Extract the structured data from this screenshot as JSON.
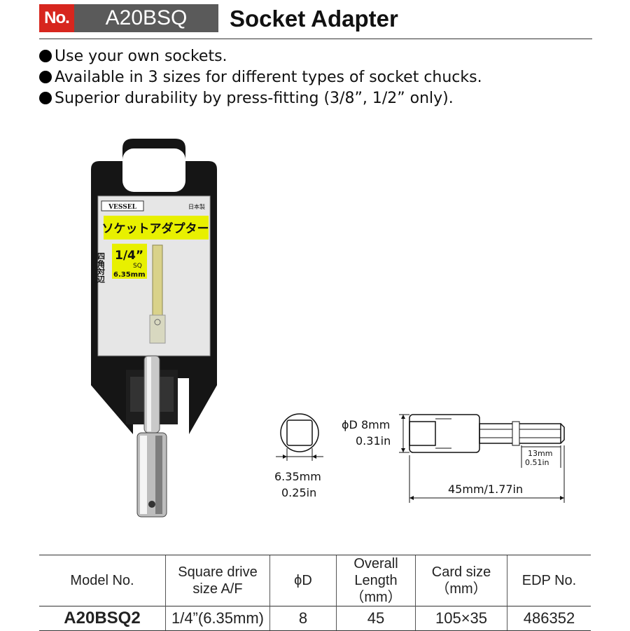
{
  "header": {
    "no_label": "No.",
    "model": "A20BSQ",
    "title": "Socket Adapter"
  },
  "features": [
    "Use your own sockets.",
    "Available in 3 sizes for different types of socket chucks.",
    "Superior durability by press-fitting (3/8”, 1/2” only)."
  ],
  "package": {
    "brand": "VESSEL",
    "made_in": "日本製",
    "product_name_jp": "ソケットアダプター",
    "side_label_jp": "四角対辺",
    "size_fraction": "1/4”",
    "size_sq": "SQ",
    "size_mm": "6.35mm"
  },
  "diagram": {
    "square_mm": "6.35mm",
    "square_in": "0.25in",
    "diameter_mm": "ϕD 8mm",
    "diameter_in": "0.31in",
    "hex_mm": "13mm",
    "hex_in": "0.51in",
    "length": "45mm/1.77in"
  },
  "table": {
    "headers": [
      [
        "Model No."
      ],
      [
        "Square drive",
        "size A/F"
      ],
      [
        "ϕD"
      ],
      [
        "Overall",
        "Length（mm）"
      ],
      [
        "Card size",
        "（mm）"
      ],
      [
        "EDP No."
      ]
    ],
    "row": {
      "model": "A20BSQ2",
      "square": "1/4”(6.35mm)",
      "diameter": "8",
      "length": "45",
      "card": "105×35",
      "edp": "486352"
    }
  },
  "colors": {
    "badge_red": "#d7261e",
    "badge_gray": "#5a5a5a",
    "card_yellow": "#e8f000",
    "card_black": "#151515"
  }
}
